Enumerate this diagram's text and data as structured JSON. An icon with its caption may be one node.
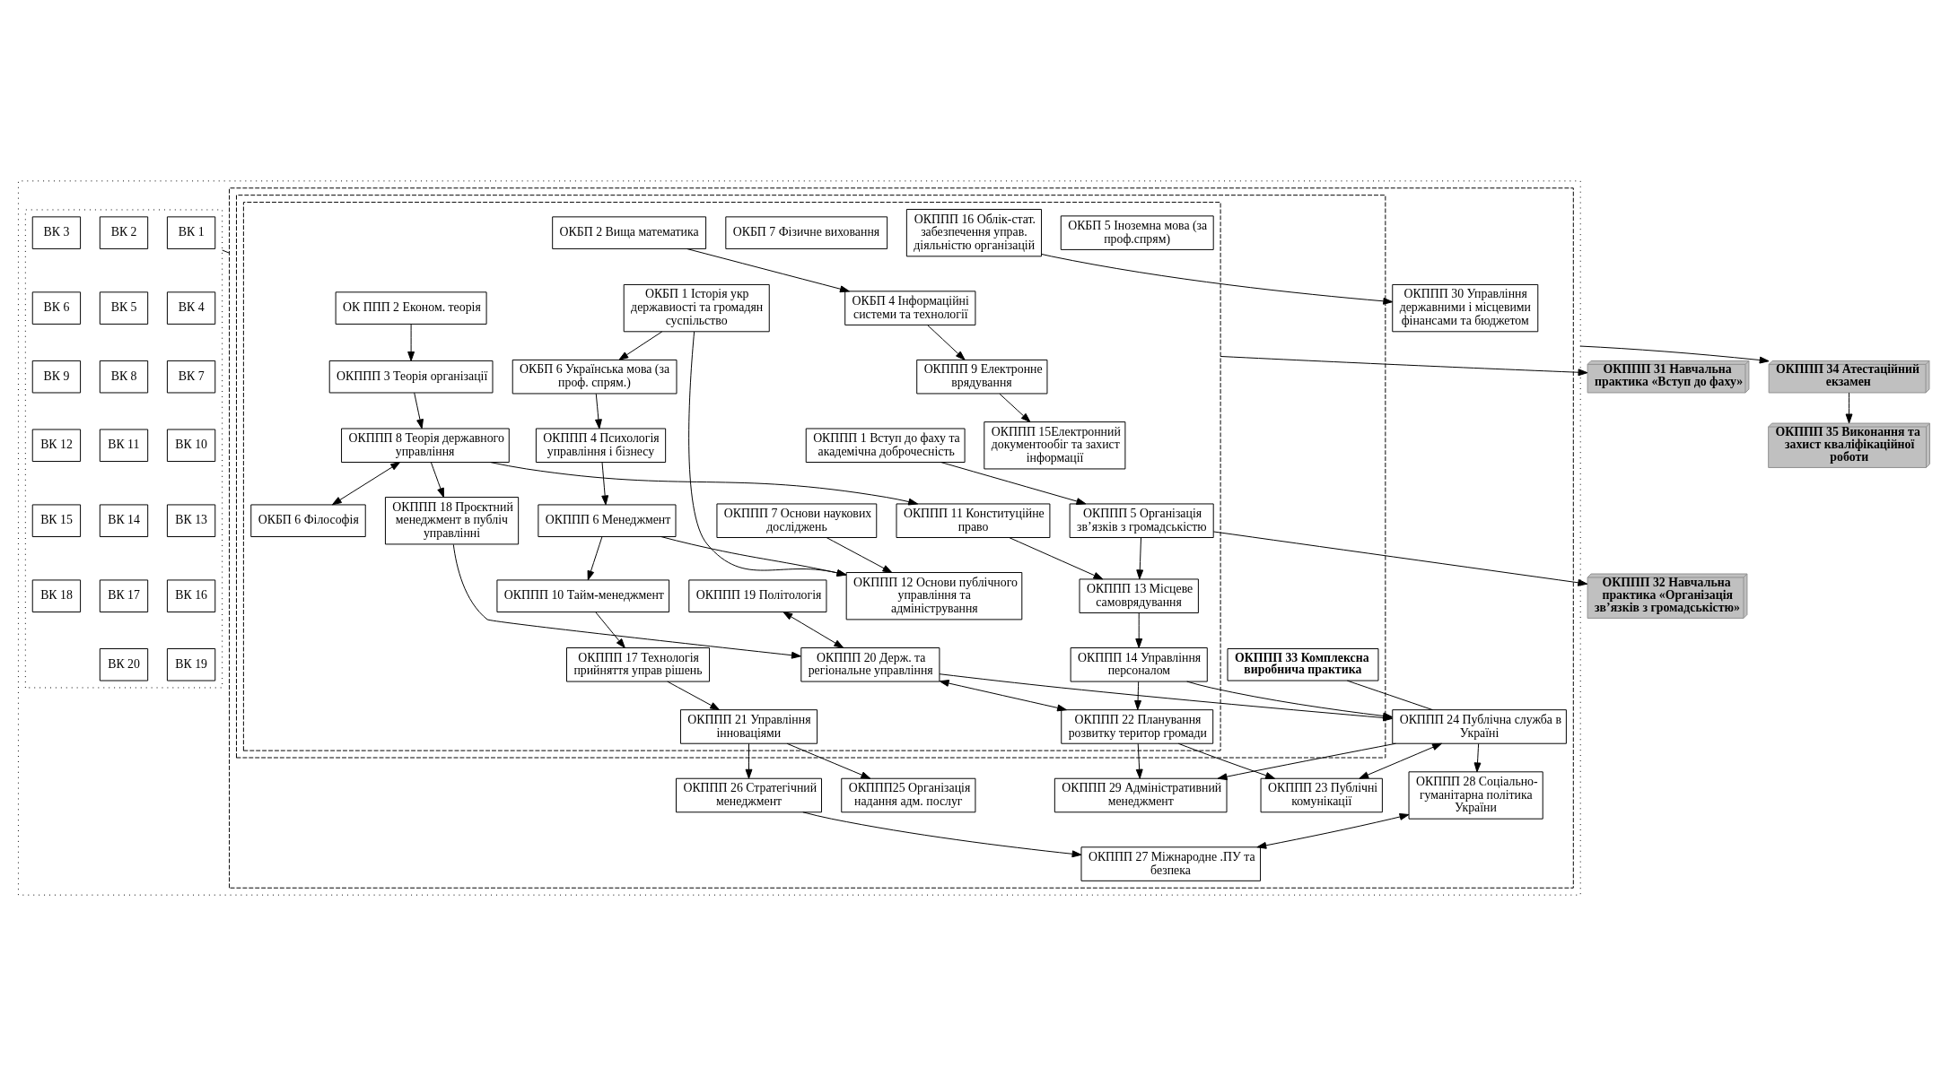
{
  "diagram": {
    "nodes": [
      {
        "text": [],
        "shape": "box"
      },
      {
        "text": [],
        "shape": "box",
        "in": 0
      },
      {
        "text": [],
        "shape": "box",
        "in": 1
      },
      {
        "text": [],
        "shape": "box",
        "in": 2
      },
      {
        "text": [
          "ОКБП 1 Історія укр державиості та громадян суспільство"
        ],
        "in": 3
      },
      {
        "text": [
          "ОКБП 5 Іноземна мова (за проф.спрям)"
        ],
        "in": 3
      },
      {
        "text": [
          "ОКБП 2 Вища математика"
        ],
        "in": 3
      },
      {
        "text": [
          "ОК ППП 2 Економ. теорія"
        ],
        "in": 3
      },
      {
        "text": [
          "ОКППП 1 Вступ до фаху та академічна доброчесність"
        ],
        "in": 3
      },
      {
        "text": [
          "ОКППП 31 Навчальна практика «Вступ до фаху»"
        ]
      },
      {
        "text": [
          "ОКБП 6 Українська мова (за проф. спрям.)"
        ],
        "in": 3
      },
      {
        "text": [
          "ОКППП 4 Психологія управління і бізнесу"
        ],
        "in": 3
      },
      {
        "text": [
          "ОКБП 4 Інформаційні системи та технології"
        ],
        "in": 3
      },
      {
        "text": [
          "ОКППП 3 Теорія організації"
        ],
        "in": 3
      },
      {
        "text": [
          "ОКБП 7 Фізичне виховання"
        ],
        "in": 3
      },
      {
        "text": [
          "ОКППП 7 Основи наукових досліджень"
        ],
        "in": 3
      },
      {
        "text": [
          "ОКППП 6 Менеджмент"
        ],
        "in": 3
      },
      {
        "text": [
          "ОКБП 6 Філософія"
        ],
        "in": 3
      },
      {
        "text": [
          "ОКППП 8 Теорія державного управління"
        ],
        "in": 3
      },
      {
        "text": [
          "ОКППП 5 Організація зв’язків з громадськістю"
        ],
        "in": 3
      },
      {
        "text": [
          "ОКППП 32 Навчальна практика «Організація зв’язків з громадськістю»"
        ]
      },
      {
        "text": [
          "ОКППП 12 Основи публічного управління та адміністрування"
        ],
        "in": 3
      },
      {
        "text": [
          "ОКППП 10 Тайм-менеджмент"
        ],
        "in": 3
      },
      {
        "text": [
          "ОКППП 9 Електронне врядування"
        ],
        "in": 3
      },
      {
        "text": [
          "ОКППП 11 Конституційне право"
        ],
        "in": 3
      },
      {
        "text": [
          "ОКППП 13 Місцеве самоврядування"
        ],
        "in": 3
      },
      {
        "text": [
          "ОКППП 16 Облік-стат. забезпечення управ. діяльністю організацій"
        ],
        "in": 3
      },
      {
        "text": [
          "ОКППП 17 Технологія прийняття управ рішень"
        ],
        "in": 3
      },
      {
        "text": [
          "ОКППП 15Електронний документообіг та захист інформації"
        ],
        "in": 3
      },
      {
        "text": [
          "ОКППП 18 Проєктний менеджмент в публіч управлінні"
        ],
        "in": 3
      },
      {
        "text": [
          "ОКППП 14 Управління персоналом"
        ],
        "in": 3
      },
      {
        "text": [
          "ОКППП 21 Управління інноваціями"
        ],
        "in": 3
      },
      {
        "text": [
          "ОКППП 19 Політологія"
        ],
        "in": 3
      },
      {
        "text": [
          "ОКППП 20 Держ. та регіональне управління"
        ],
        "in": 3
      },
      {
        "text": [
          "ОКППП 22 Планування розвитку територ громади"
        ],
        "in": 3
      },
      {
        "text": [
          "ОКППП 33 Комплексна виробнича практика"
        ],
        "in": 2
      },
      {
        "text": [],
        "shape": "box",
        "in": 0
      },
      {
        "text": [
          "ВК 1"
        ],
        "in": 36
      },
      {
        "text": [
          "ВК 2"
        ],
        "in": 36
      },
      {
        "text": [
          "ВК 3"
        ],
        "in": 36
      },
      {
        "text": [
          "ВК 4"
        ],
        "in": 36
      },
      {
        "text": [
          "ВК 5"
        ],
        "in": 36
      },
      {
        "text": [
          "ВК 6"
        ],
        "in": 36
      },
      {
        "text": [
          "ВК 7"
        ],
        "in": 36
      },
      {
        "text": [
          "ВК 8"
        ],
        "in": 36
      },
      {
        "text": [
          "ВК 9"
        ],
        "in": 36
      },
      {
        "text": [
          "ВК 10"
        ],
        "in": 36
      },
      {
        "text": [
          "ВК 11"
        ],
        "in": 36
      },
      {
        "text": [
          "ВК 12"
        ],
        "in": 36
      },
      {
        "text": [
          "ВК 13"
        ],
        "in": 36
      },
      {
        "text": [
          "ВК 14"
        ],
        "in": 36
      },
      {
        "text": [
          "ВК 15"
        ],
        "in": 36
      },
      {
        "text": [
          "ВК 16"
        ],
        "in": 36
      },
      {
        "text": [
          "ВК 17"
        ],
        "in": 36
      },
      {
        "text": [
          "ВК 18"
        ],
        "in": 36
      },
      {
        "text": [
          "ВК 19"
        ],
        "in": 36
      },
      {
        "text": [
          "ВК 20"
        ],
        "in": 36
      },
      {
        "text": [
          "ОКППП25 Організація надання адм. послуг"
        ],
        "in": 1
      },
      {
        "text": [
          "ОКППП 26 Стратегічний менеджмент"
        ],
        "in": 1
      },
      {
        "text": [
          "ОКППП 24 Публічна служба в Україні"
        ],
        "in": 1
      },
      {
        "text": [
          "ОКППП 23 Публічні комунікації"
        ],
        "in": 1
      },
      {
        "text": [
          "ОКППП 30 Управління державними і місцевими фінансами та бюджетом"
        ],
        "in": 1
      },
      {
        "text": [
          "ОКППП 27 Міжнародне .ПУ та безпека"
        ],
        "in": 1
      },
      {
        "text": [
          "ОКППП 28 Соціально-гуманітарна політика України"
        ],
        "in": 1
      },
      {
        "text": [
          "ОКППП 29 Адміністративний менеджмент"
        ],
        "in": 1
      },
      {
        "text": [
          "ОКППП 34 Атестаційний екзамен"
        ]
      },
      {
        "text": [
          "ОКППП 35 Виконання та захист кваліфікаційної роботи"
        ]
      }
    ],
    "edges": [
      {
        "from": 4,
        "to": 10,
        "arrow": "to"
      },
      {
        "from": 4,
        "to": 21,
        "arrow": "to"
      },
      {
        "from": 10,
        "to": 11,
        "arrow": "to"
      },
      {
        "from": 11,
        "to": 16,
        "arrow": "to"
      },
      {
        "from": 16,
        "to": 22,
        "arrow": "to"
      },
      {
        "from": 16,
        "to": 21,
        "arrow": "to"
      },
      {
        "from": 15,
        "to": 21,
        "arrow": "to"
      },
      {
        "from": 22,
        "to": 27,
        "arrow": "to"
      },
      {
        "from": 27,
        "to": 31,
        "arrow": "to"
      },
      {
        "from": 6,
        "to": 12,
        "arrow": "to"
      },
      {
        "from": 12,
        "to": 23,
        "arrow": "to"
      },
      {
        "from": 18,
        "to": 17,
        "arrow": "both"
      },
      {
        "from": 23,
        "to": 28,
        "arrow": "to"
      },
      {
        "from": 7,
        "to": 13,
        "arrow": "to"
      },
      {
        "from": 13,
        "to": 18,
        "arrow": "to"
      },
      {
        "from": 18,
        "to": 24,
        "arrow": "to"
      },
      {
        "from": 18,
        "to": 29,
        "arrow": "to"
      },
      {
        "from": 24,
        "to": 25,
        "arrow": "to"
      },
      {
        "from": 8,
        "to": 19,
        "arrow": "to"
      },
      {
        "from": 19,
        "to": 25,
        "arrow": "to"
      },
      {
        "from": 25,
        "to": 30,
        "arrow": "to"
      },
      {
        "from": 19,
        "to": 20,
        "arrow": "to"
      },
      {
        "from": 3,
        "to": 9,
        "arrow": "to"
      },
      {
        "from": 29,
        "to": 33,
        "arrow": "to"
      },
      {
        "from": 32,
        "to": 33,
        "arrow": "both"
      },
      {
        "from": 33,
        "to": 34,
        "arrow": "both"
      },
      {
        "from": 30,
        "to": 34,
        "arrow": "to"
      },
      {
        "from": 26,
        "to": 61,
        "arrow": "to"
      },
      {
        "from": 31,
        "to": 57,
        "arrow": "to"
      },
      {
        "from": 31,
        "to": 58,
        "arrow": "to"
      },
      {
        "from": 33,
        "to": 59,
        "arrow": "to"
      },
      {
        "from": 30,
        "to": 59,
        "arrow": "to"
      },
      {
        "from": 35,
        "to": 59,
        "arrow": "none"
      },
      {
        "from": 34,
        "to": 60,
        "arrow": "to"
      },
      {
        "from": 34,
        "to": 64,
        "arrow": "to"
      },
      {
        "from": 59,
        "to": 60,
        "arrow": "both"
      },
      {
        "from": 59,
        "to": 63,
        "arrow": "to"
      },
      {
        "from": 59,
        "to": 64,
        "arrow": "to"
      },
      {
        "from": 58,
        "to": 62,
        "arrow": "to"
      },
      {
        "from": 63,
        "to": 62,
        "arrow": "both"
      },
      {
        "from": 36,
        "to": 1,
        "arrow": "none"
      },
      {
        "from": 0,
        "to": 65,
        "arrow": "to"
      },
      {
        "from": 65,
        "to": 66,
        "arrow": "to"
      }
    ]
  }
}
